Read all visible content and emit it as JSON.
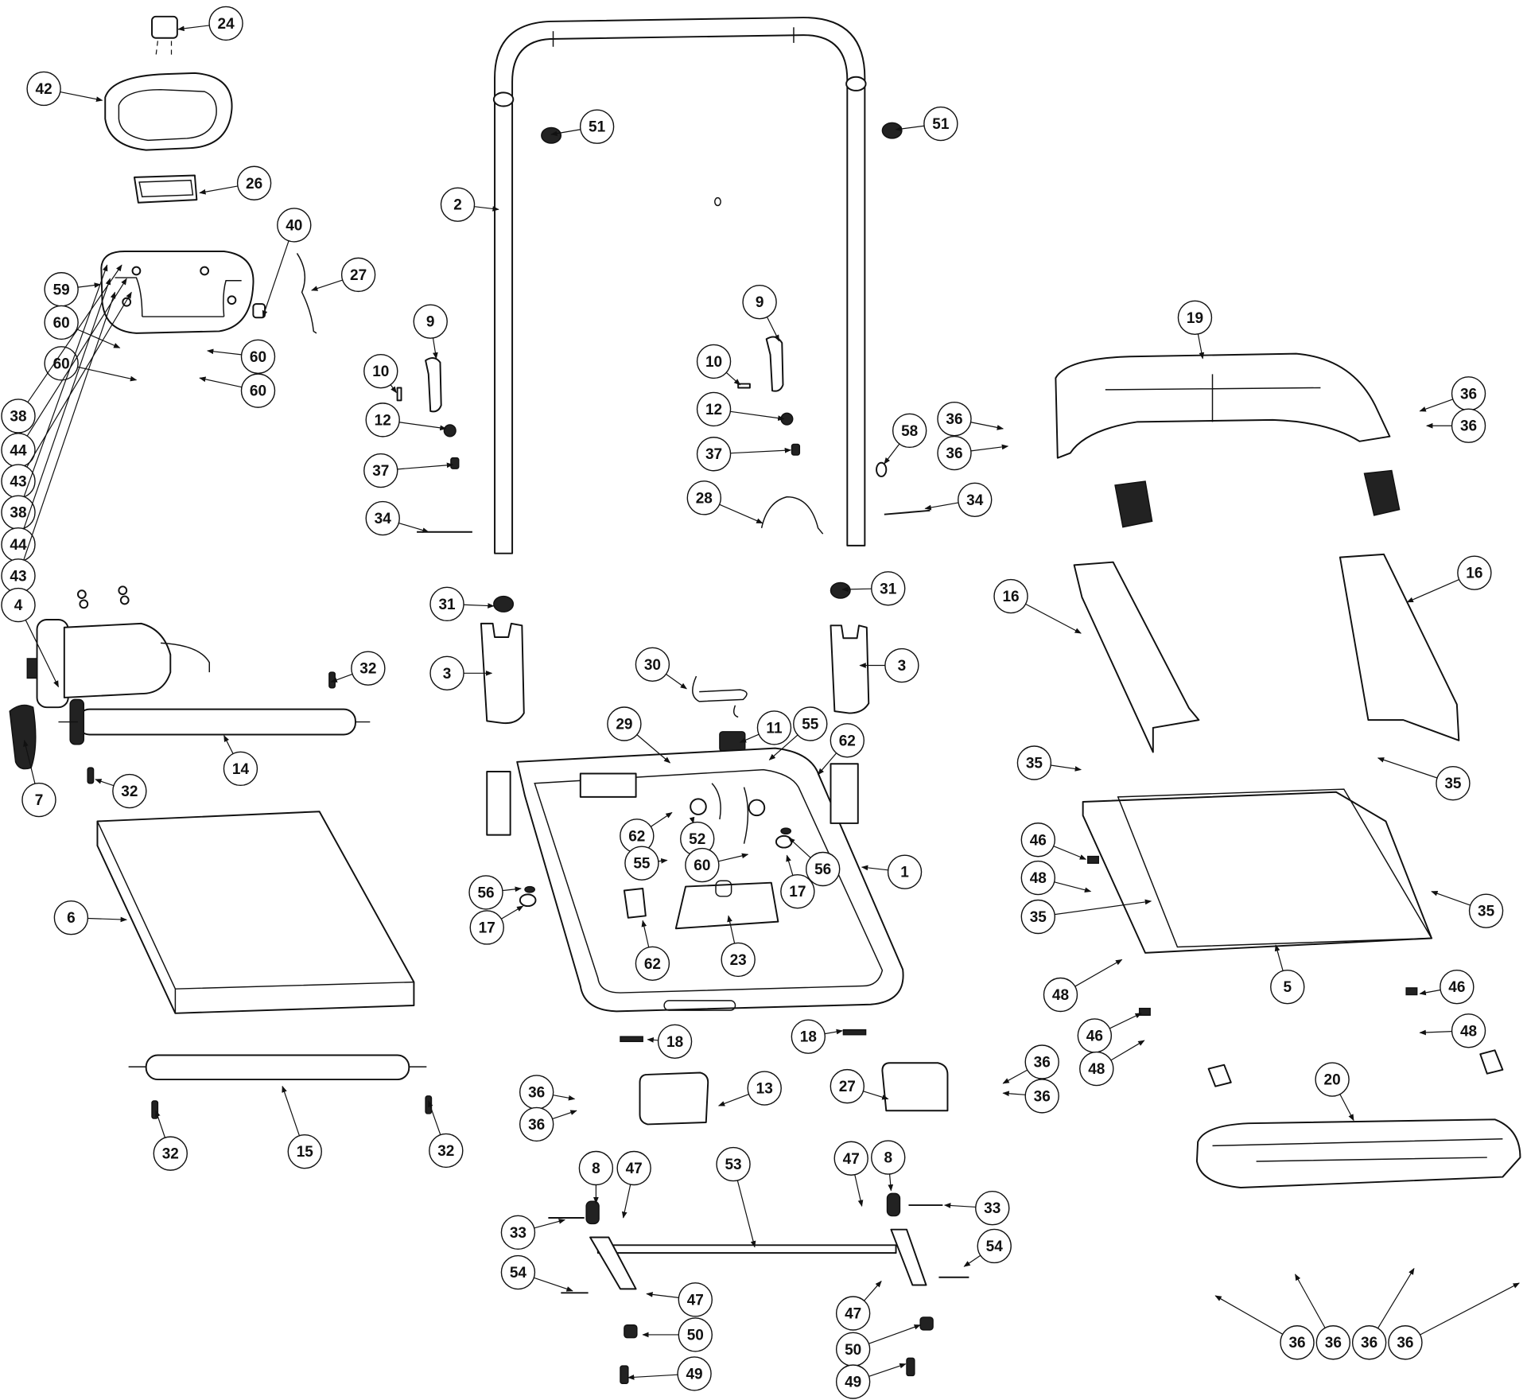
{
  "diagram": {
    "title": "Treadmill exploded parts view",
    "ink_color": "#111111",
    "background": "#ffffff",
    "callouts": [
      {
        "id": "c24",
        "label": "24"
      },
      {
        "id": "c42",
        "label": "42"
      },
      {
        "id": "c26",
        "label": "26"
      },
      {
        "id": "c40",
        "label": "40"
      },
      {
        "id": "c27a",
        "label": "27"
      },
      {
        "id": "c59",
        "label": "59"
      },
      {
        "id": "c60a",
        "label": "60"
      },
      {
        "id": "c60b",
        "label": "60"
      },
      {
        "id": "c60c",
        "label": "60"
      },
      {
        "id": "c60d",
        "label": "60"
      },
      {
        "id": "c38a",
        "label": "38"
      },
      {
        "id": "c44a",
        "label": "44"
      },
      {
        "id": "c43a",
        "label": "43"
      },
      {
        "id": "c38b",
        "label": "38"
      },
      {
        "id": "c44b",
        "label": "44"
      },
      {
        "id": "c43b",
        "label": "43"
      },
      {
        "id": "c4",
        "label": "4"
      },
      {
        "id": "c32a",
        "label": "32"
      },
      {
        "id": "c14",
        "label": "14"
      },
      {
        "id": "c7",
        "label": "7"
      },
      {
        "id": "c32b",
        "label": "32"
      },
      {
        "id": "c6",
        "label": "6"
      },
      {
        "id": "c15",
        "label": "15"
      },
      {
        "id": "c32c",
        "label": "32"
      },
      {
        "id": "c32d",
        "label": "32"
      },
      {
        "id": "c2",
        "label": "2"
      },
      {
        "id": "c51a",
        "label": "51"
      },
      {
        "id": "c51b",
        "label": "51"
      },
      {
        "id": "c9a",
        "label": "9"
      },
      {
        "id": "c10a",
        "label": "10"
      },
      {
        "id": "c12a",
        "label": "12"
      },
      {
        "id": "c37a",
        "label": "37"
      },
      {
        "id": "c34a",
        "label": "34"
      },
      {
        "id": "c9b",
        "label": "9"
      },
      {
        "id": "c10b",
        "label": "10"
      },
      {
        "id": "c12b",
        "label": "12"
      },
      {
        "id": "c37b",
        "label": "37"
      },
      {
        "id": "c28",
        "label": "28"
      },
      {
        "id": "c58",
        "label": "58"
      },
      {
        "id": "c34b",
        "label": "34"
      },
      {
        "id": "c31a",
        "label": "31"
      },
      {
        "id": "c31b",
        "label": "31"
      },
      {
        "id": "c3a",
        "label": "3"
      },
      {
        "id": "c3b",
        "label": "3"
      },
      {
        "id": "c30",
        "label": "30"
      },
      {
        "id": "c11",
        "label": "11"
      },
      {
        "id": "c29",
        "label": "29"
      },
      {
        "id": "c55a",
        "label": "55"
      },
      {
        "id": "c62a",
        "label": "62"
      },
      {
        "id": "c62b",
        "label": "62"
      },
      {
        "id": "c52",
        "label": "52"
      },
      {
        "id": "c55b",
        "label": "55"
      },
      {
        "id": "c60e",
        "label": "60"
      },
      {
        "id": "c56a",
        "label": "56"
      },
      {
        "id": "c17a",
        "label": "17"
      },
      {
        "id": "c56b",
        "label": "56"
      },
      {
        "id": "c17b",
        "label": "17"
      },
      {
        "id": "c1",
        "label": "1"
      },
      {
        "id": "c62c",
        "label": "62"
      },
      {
        "id": "c23",
        "label": "23"
      },
      {
        "id": "c18a",
        "label": "18"
      },
      {
        "id": "c18b",
        "label": "18"
      },
      {
        "id": "c36a",
        "label": "36"
      },
      {
        "id": "c36b",
        "label": "36"
      },
      {
        "id": "c13",
        "label": "13"
      },
      {
        "id": "c27b",
        "label": "27"
      },
      {
        "id": "c36c",
        "label": "36"
      },
      {
        "id": "c36d",
        "label": "36"
      },
      {
        "id": "c8a",
        "label": "8"
      },
      {
        "id": "c47a",
        "label": "47"
      },
      {
        "id": "c53",
        "label": "53"
      },
      {
        "id": "c47b",
        "label": "47"
      },
      {
        "id": "c8b",
        "label": "8"
      },
      {
        "id": "c33a",
        "label": "33"
      },
      {
        "id": "c33b",
        "label": "33"
      },
      {
        "id": "c54a",
        "label": "54"
      },
      {
        "id": "c54b",
        "label": "54"
      },
      {
        "id": "c47c",
        "label": "47"
      },
      {
        "id": "c47d",
        "label": "47"
      },
      {
        "id": "c50a",
        "label": "50"
      },
      {
        "id": "c50b",
        "label": "50"
      },
      {
        "id": "c49a",
        "label": "49"
      },
      {
        "id": "c49b",
        "label": "49"
      },
      {
        "id": "c19",
        "label": "19"
      },
      {
        "id": "c36e",
        "label": "36"
      },
      {
        "id": "c36f",
        "label": "36"
      },
      {
        "id": "c36g",
        "label": "36"
      },
      {
        "id": "c36h",
        "label": "36"
      },
      {
        "id": "c16a",
        "label": "16"
      },
      {
        "id": "c16b",
        "label": "16"
      },
      {
        "id": "c35a",
        "label": "35"
      },
      {
        "id": "c35b",
        "label": "35"
      },
      {
        "id": "c35c",
        "label": "35"
      },
      {
        "id": "c35d",
        "label": "35"
      },
      {
        "id": "c46a",
        "label": "46"
      },
      {
        "id": "c48a",
        "label": "48"
      },
      {
        "id": "c5",
        "label": "5"
      },
      {
        "id": "c48b",
        "label": "48"
      },
      {
        "id": "c46b",
        "label": "46"
      },
      {
        "id": "c46c",
        "label": "46"
      },
      {
        "id": "c48c",
        "label": "48"
      },
      {
        "id": "c48d",
        "label": "48"
      },
      {
        "id": "c20",
        "label": "20"
      },
      {
        "id": "c36i",
        "label": "36"
      },
      {
        "id": "c36j",
        "label": "36"
      },
      {
        "id": "c36k",
        "label": "36"
      },
      {
        "id": "c36l",
        "label": "36"
      }
    ]
  }
}
